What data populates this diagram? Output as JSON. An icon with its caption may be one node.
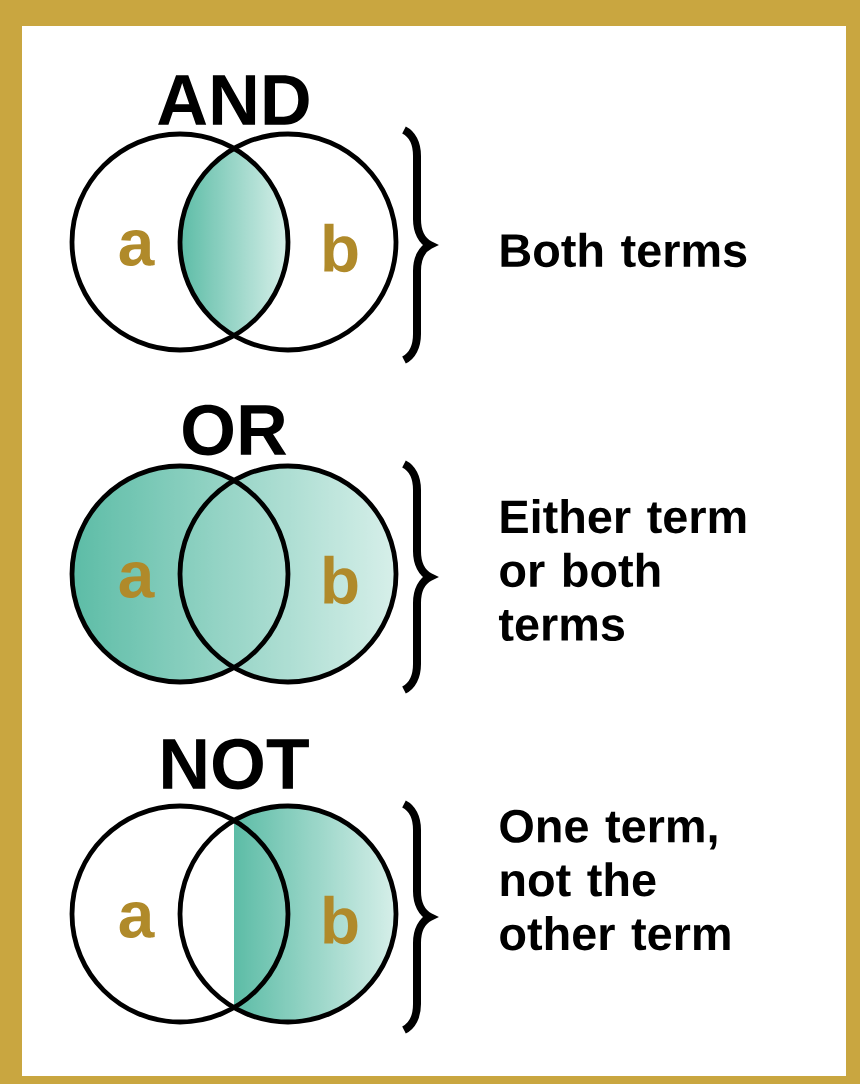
{
  "diagram": {
    "nodes": [
      {
        "text": [
          "a"
        ]
      },
      {
        "text": [
          "b"
        ]
      },
      {
        "text": [
          "a"
        ]
      },
      {
        "text": [
          "b"
        ]
      },
      {
        "text": [
          "a"
        ]
      },
      {
        "text": [
          "b"
        ]
      }
    ],
    "labels": [
      "AND",
      "Both terms",
      "OR",
      "Either term or both terms",
      "NOT",
      "One term, not the other term"
    ]
  }
}
